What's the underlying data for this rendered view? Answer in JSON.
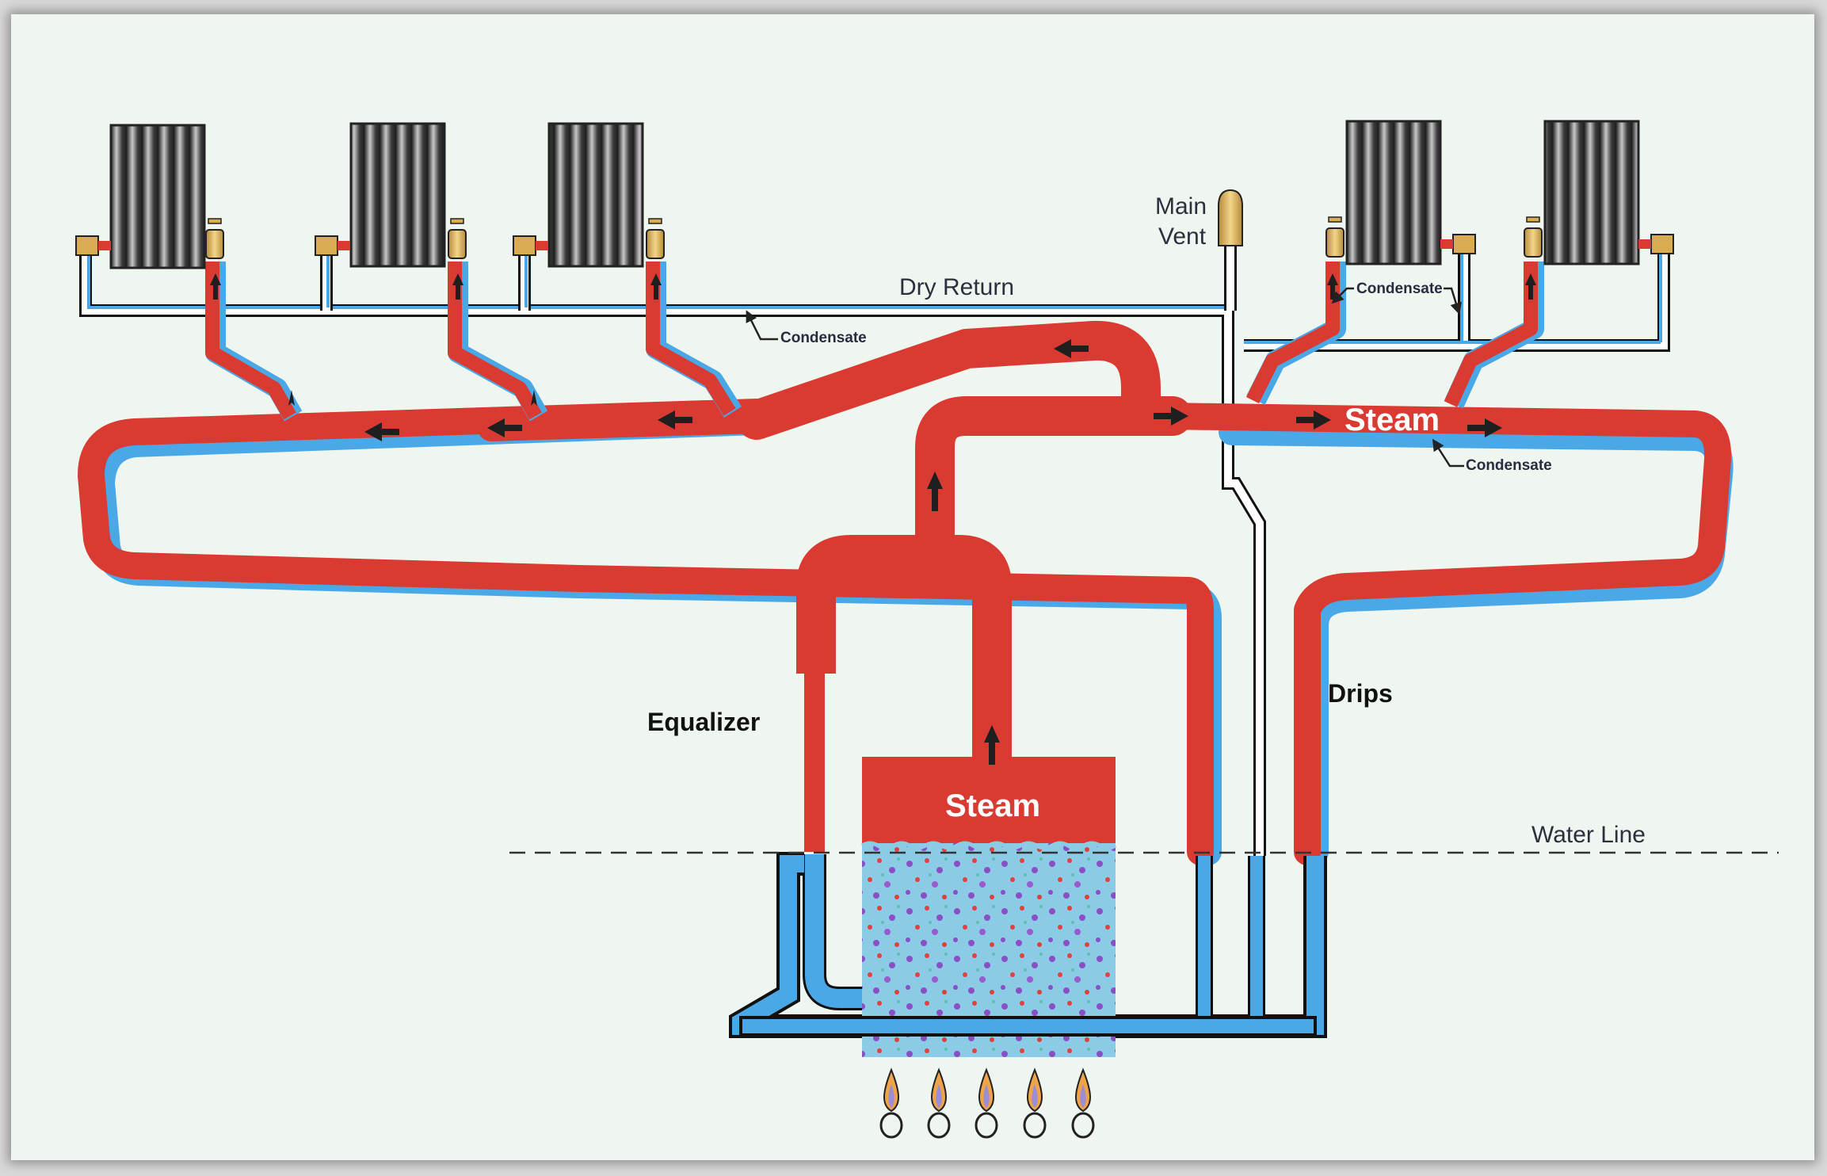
{
  "diagram": {
    "title": "One-pipe steam heating system",
    "labels": {
      "main_vent": [
        "Main",
        "Vent"
      ],
      "dry_return": "Dry Return",
      "condensate": "Condensate",
      "steam_main": "Steam",
      "steam_boiler": "Steam",
      "equalizer": "Equalizer",
      "drips": "Drips",
      "water_line": "Water Line"
    },
    "components": {
      "radiators": 5,
      "burners": 5,
      "main_vent": 1,
      "boiler": 1
    },
    "colors": {
      "steam": "#d93a32",
      "condensate": "#4aa8e6",
      "boiler_water": "#8ccbe6",
      "brass": "#d9ab52",
      "radiator": "#555555",
      "background": "#eff6ef"
    }
  }
}
